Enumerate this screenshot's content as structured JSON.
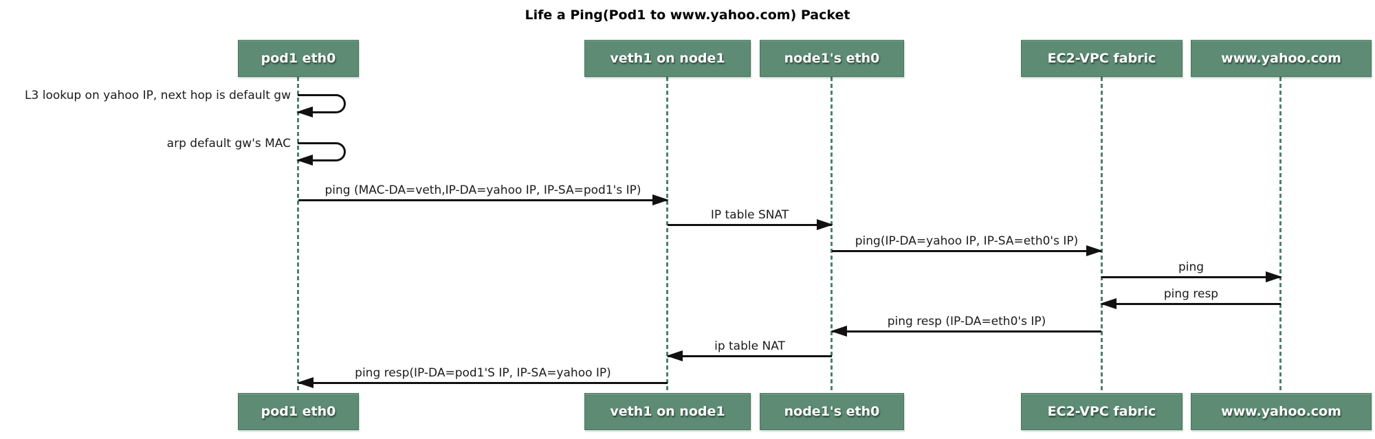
{
  "title": "Life a Ping(Pod1 to www.yahoo.com) Packet",
  "colors": {
    "actor_fill": "#5d8b73",
    "actor_border": "#45755d",
    "actor_text": "#ffffff",
    "lifeline": "#4d8069",
    "message_line": "#111111",
    "text": "#1a1a1a",
    "background": "#ffffff"
  },
  "actors": [
    {
      "label": "pod1 eth0"
    },
    {
      "label": "veth1 on node1"
    },
    {
      "label": "node1's eth0"
    },
    {
      "label": "EC2-VPC fabric"
    },
    {
      "label": "www.yahoo.com"
    }
  ],
  "messages": [
    {
      "type": "self",
      "from": "pod1 eth0",
      "to": "pod1 eth0",
      "label": "L3 lookup on yahoo IP, next hop is default gw"
    },
    {
      "type": "self",
      "from": "pod1 eth0",
      "to": "pod1 eth0",
      "label": "arp default gw's MAC"
    },
    {
      "type": "arrow",
      "from": "pod1 eth0",
      "to": "veth1 on node1",
      "direction": "right",
      "label": "ping (MAC-DA=veth,IP-DA=yahoo IP, IP-SA=pod1's IP)"
    },
    {
      "type": "arrow",
      "from": "veth1 on node1",
      "to": "node1's eth0",
      "direction": "right",
      "label": "IP table SNAT"
    },
    {
      "type": "arrow",
      "from": "node1's eth0",
      "to": "EC2-VPC fabric",
      "direction": "right",
      "label": "ping(IP-DA=yahoo IP, IP-SA=eth0's IP)"
    },
    {
      "type": "arrow",
      "from": "EC2-VPC fabric",
      "to": "www.yahoo.com",
      "direction": "right",
      "label": "ping"
    },
    {
      "type": "arrow",
      "from": "www.yahoo.com",
      "to": "EC2-VPC fabric",
      "direction": "left",
      "label": "ping resp"
    },
    {
      "type": "arrow",
      "from": "EC2-VPC fabric",
      "to": "node1's eth0",
      "direction": "left",
      "label": "ping resp (IP-DA=eth0's IP)"
    },
    {
      "type": "arrow",
      "from": "node1's eth0",
      "to": "veth1 on node1",
      "direction": "left",
      "label": "ip table NAT"
    },
    {
      "type": "arrow",
      "from": "veth1 on node1",
      "to": "pod1 eth0",
      "direction": "left",
      "label": "ping resp(IP-DA=pod1'S IP, IP-SA=yahoo IP)"
    }
  ]
}
